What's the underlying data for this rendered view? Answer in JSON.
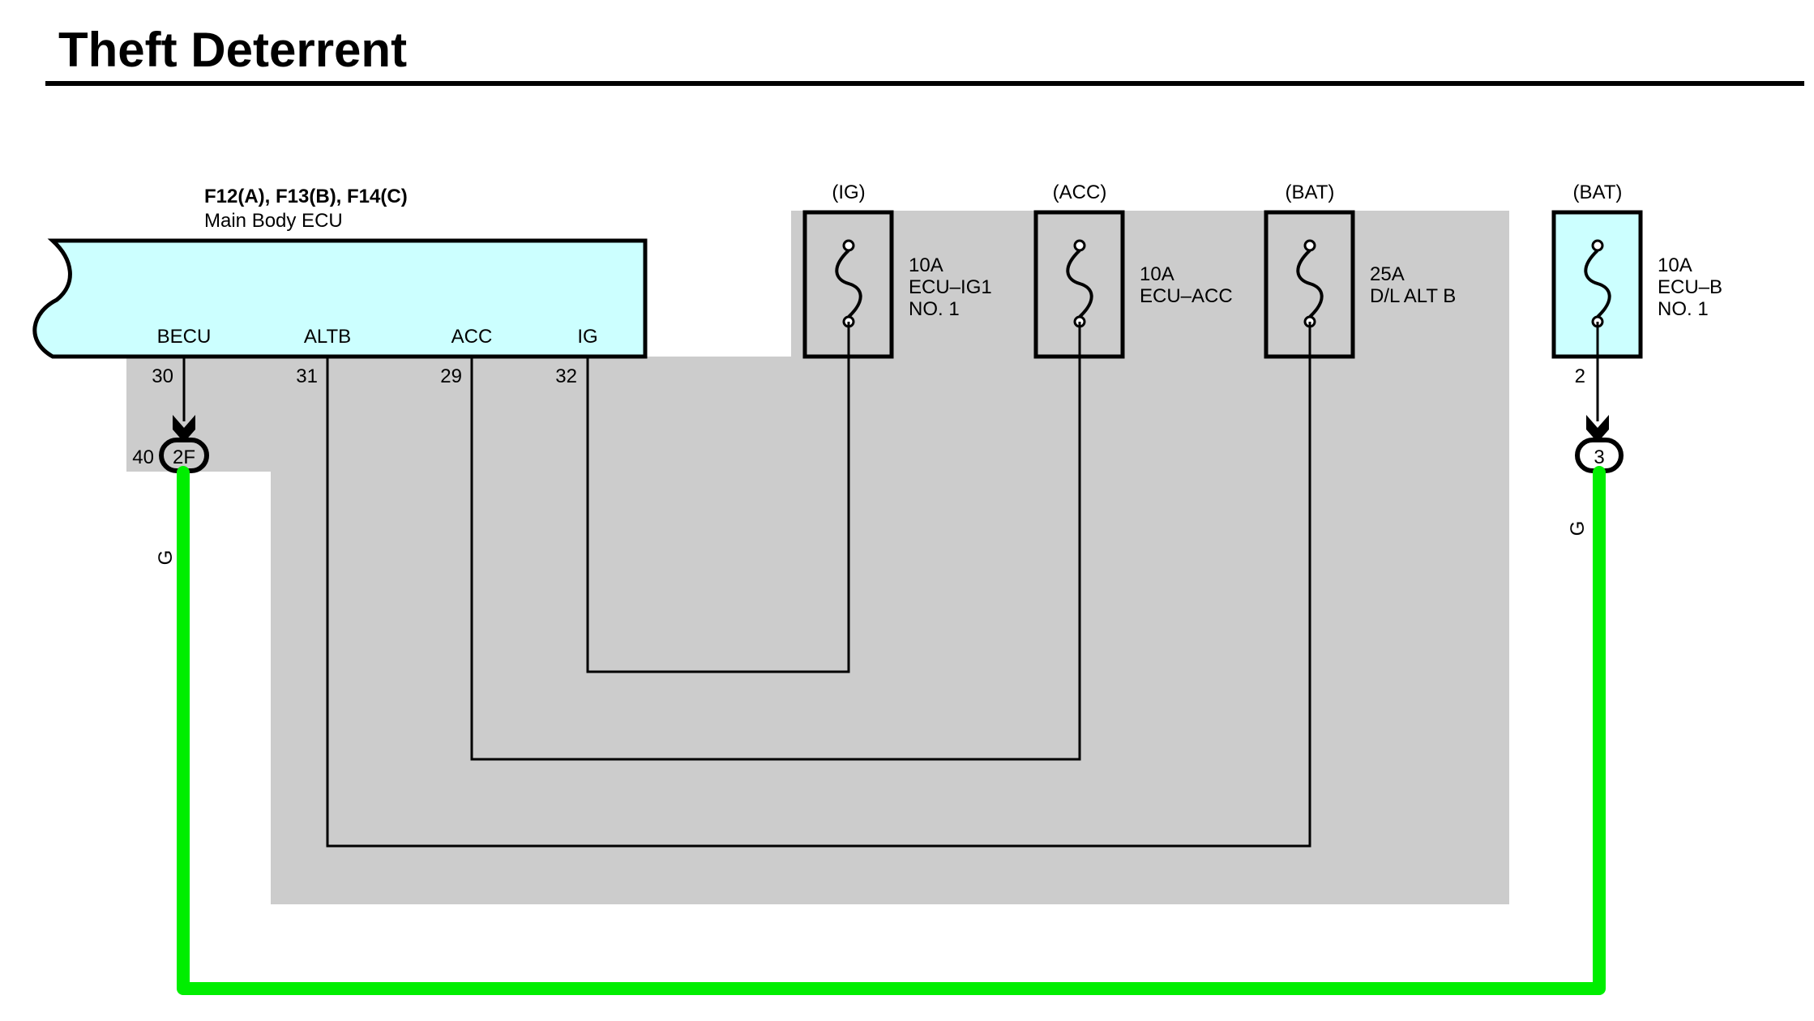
{
  "title": "Theft Deterrent",
  "colors": {
    "shade": "#cccccc",
    "ecu_fill": "#ccffff",
    "green_wire": "#00ee00",
    "line": "#000000"
  },
  "ecu": {
    "connectors": "F12(A), F13(B), F14(C)",
    "name": "Main Body ECU",
    "terminals": [
      {
        "name": "BECU",
        "pin": "30"
      },
      {
        "name": "ALTB",
        "pin": "31"
      },
      {
        "name": "ACC",
        "pin": "29"
      },
      {
        "name": "IG",
        "pin": "32"
      }
    ]
  },
  "fuses": [
    {
      "supply": "(IG)",
      "rating": "10A",
      "line1": "ECU–IG1",
      "line2": "NO. 1",
      "icon": "fuse-icon"
    },
    {
      "supply": "(ACC)",
      "rating": "10A",
      "line1": "ECU–ACC",
      "line2": "",
      "icon": "fuse-icon"
    },
    {
      "supply": "(BAT)",
      "rating": "25A",
      "line1": "D/L ALT B",
      "line2": "",
      "icon": "fuse-icon"
    },
    {
      "supply": "(BAT)",
      "rating": "10A",
      "line1": "ECU–B",
      "line2": "NO. 1",
      "icon": "fuse-icon"
    }
  ],
  "fuse4_pin": "2",
  "junction_left": {
    "code": "2F",
    "pin": "40"
  },
  "junction_right": {
    "code": "3"
  },
  "wire_color_left": "G",
  "wire_color_right": "G"
}
